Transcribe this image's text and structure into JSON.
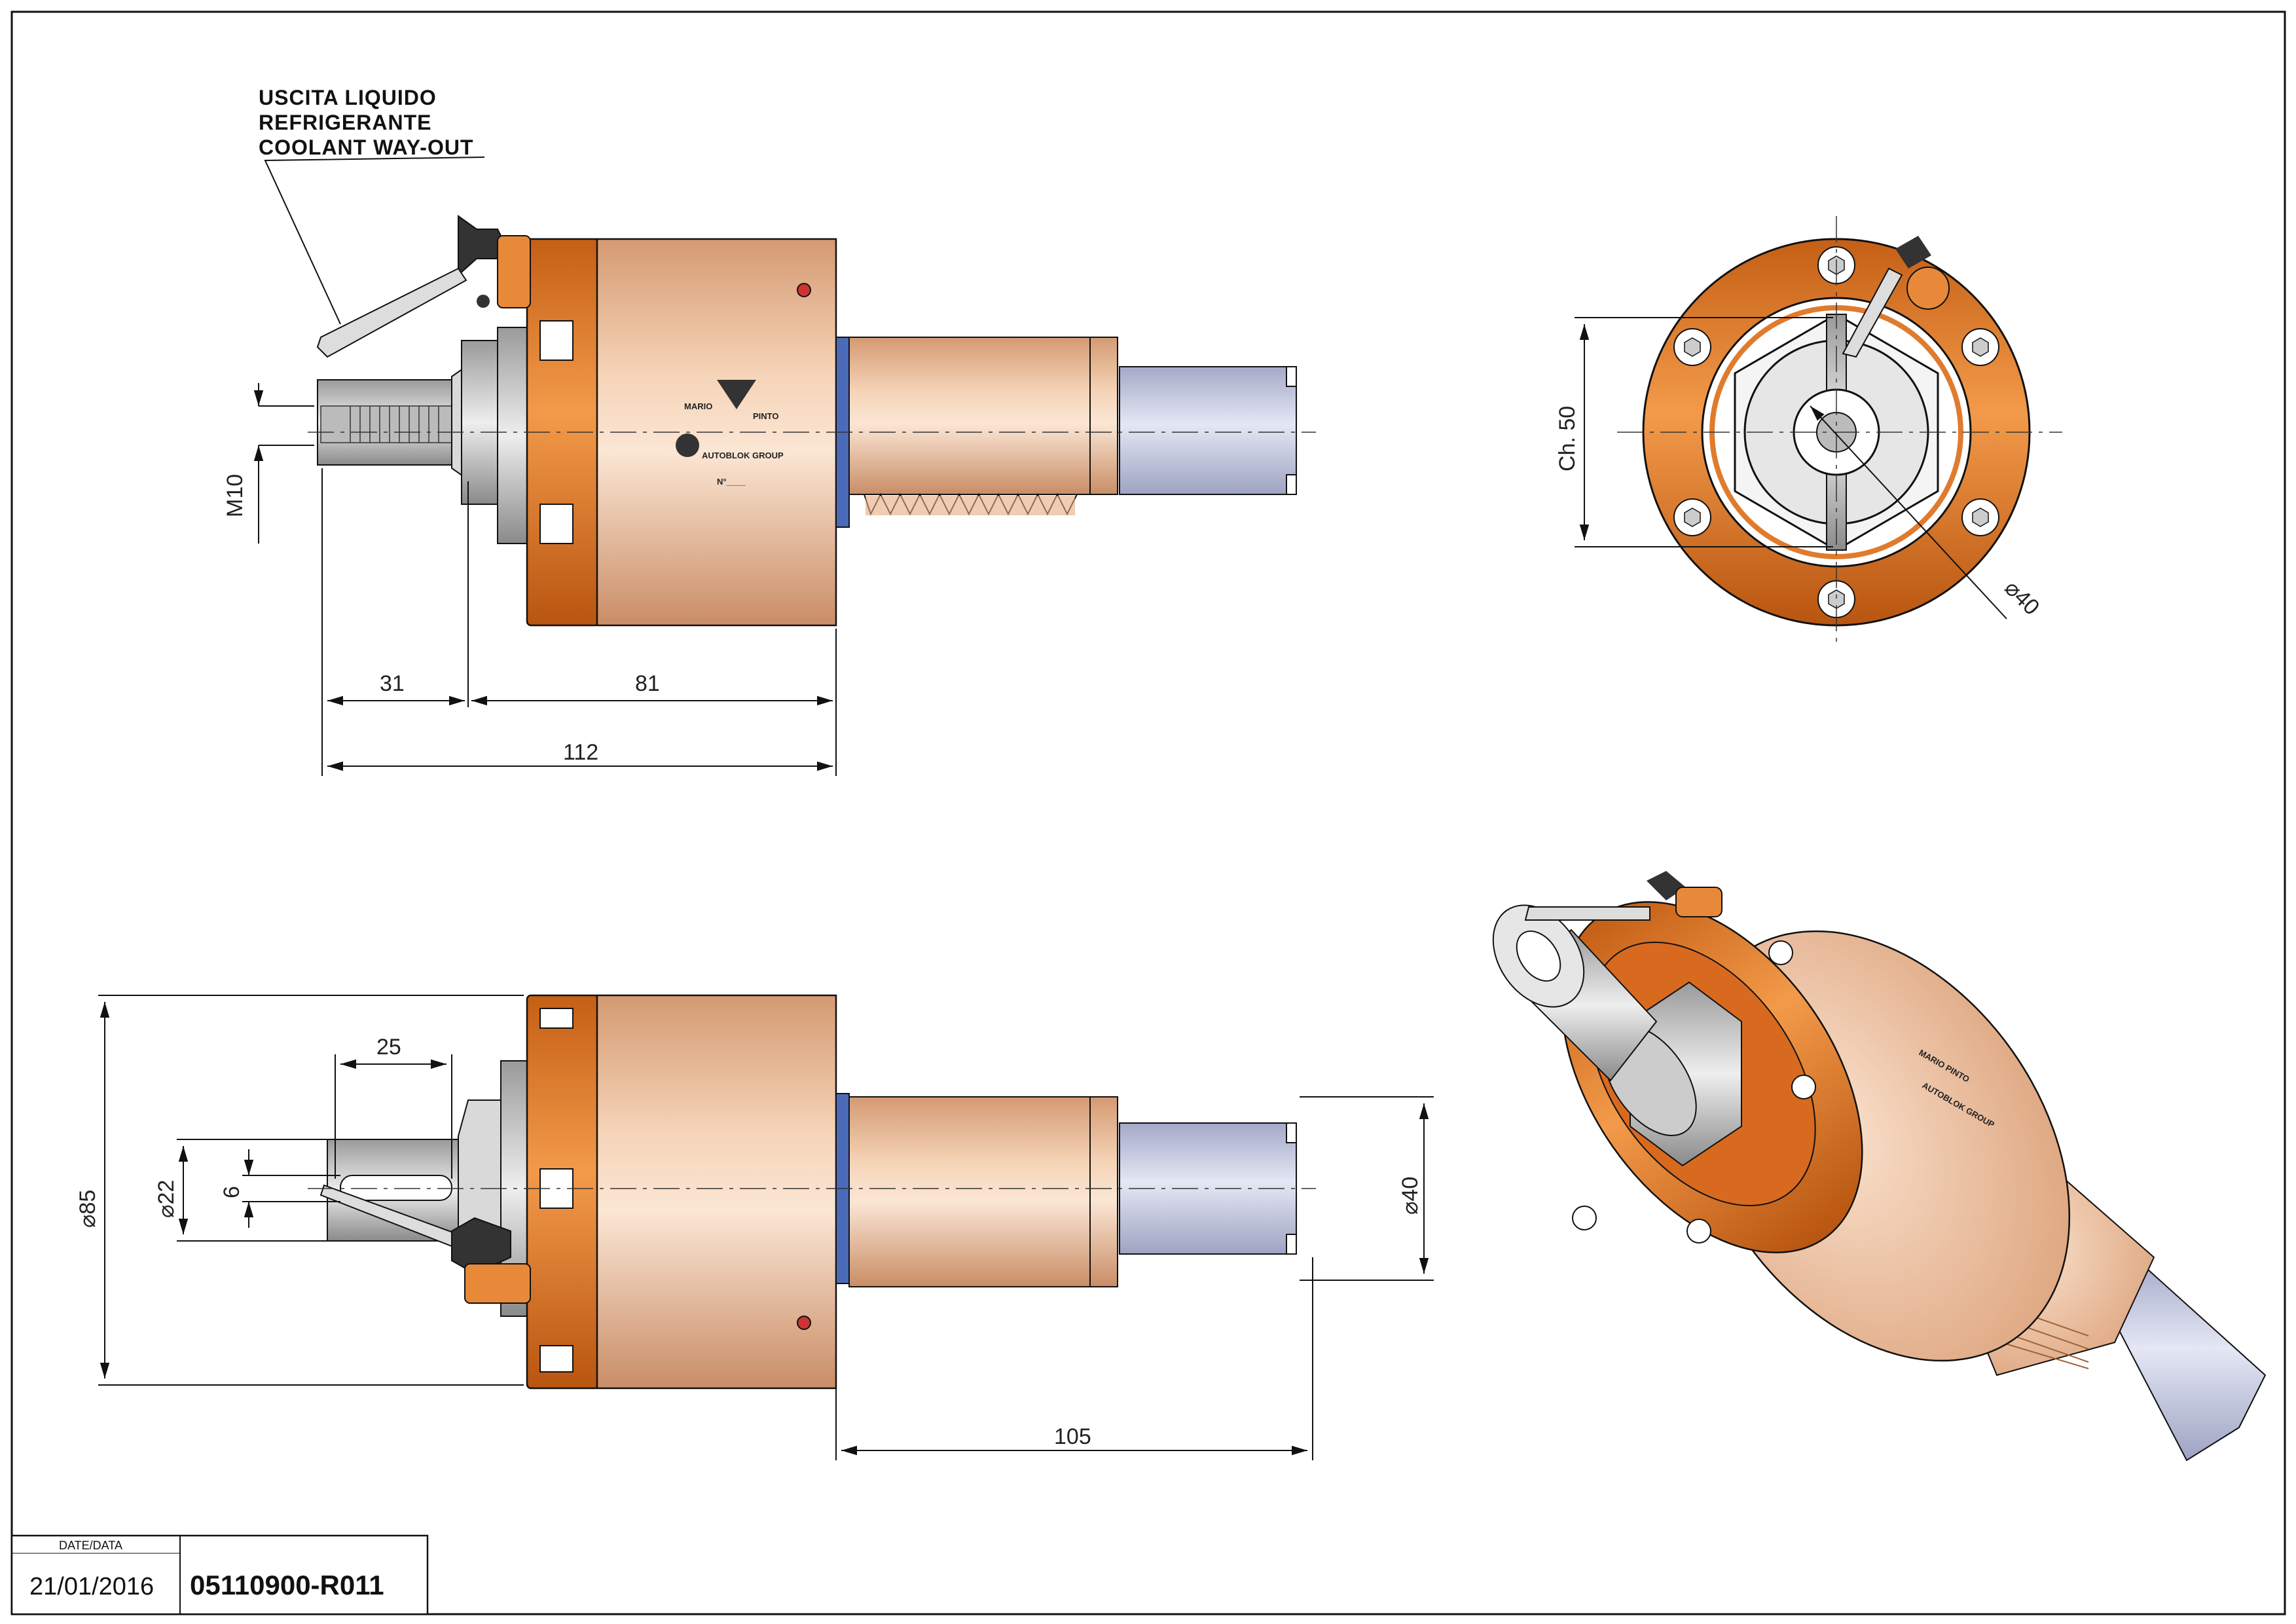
{
  "callout": {
    "line1": "USCITA LIQUIDO",
    "line2": "REFRIGERANTE",
    "line3": "COOLANT WAY-OUT"
  },
  "dimensions": {
    "side_thread": "M10",
    "side_len_31": "31",
    "side_len_81": "81",
    "side_len_112": "112",
    "front_hex": "Ch. 50",
    "front_dia_40": "40",
    "lower_dia_85": "85",
    "lower_dia_22": "22",
    "lower_key_6": "6",
    "lower_len_25": "25",
    "lower_dia_40": "40",
    "lower_len_105": "105"
  },
  "branding": {
    "name1": "MARIO",
    "name2": "PINTO",
    "group": "AUTOBLOK GROUP",
    "serial": "N°____"
  },
  "title_block": {
    "date_label": "DATE/DATA",
    "date": "21/01/2016",
    "code": "05110900-R011"
  },
  "colors": {
    "flange": "#e07b2e",
    "body": "#eab48f",
    "shank": "#c9cde3",
    "line": "#111111"
  }
}
